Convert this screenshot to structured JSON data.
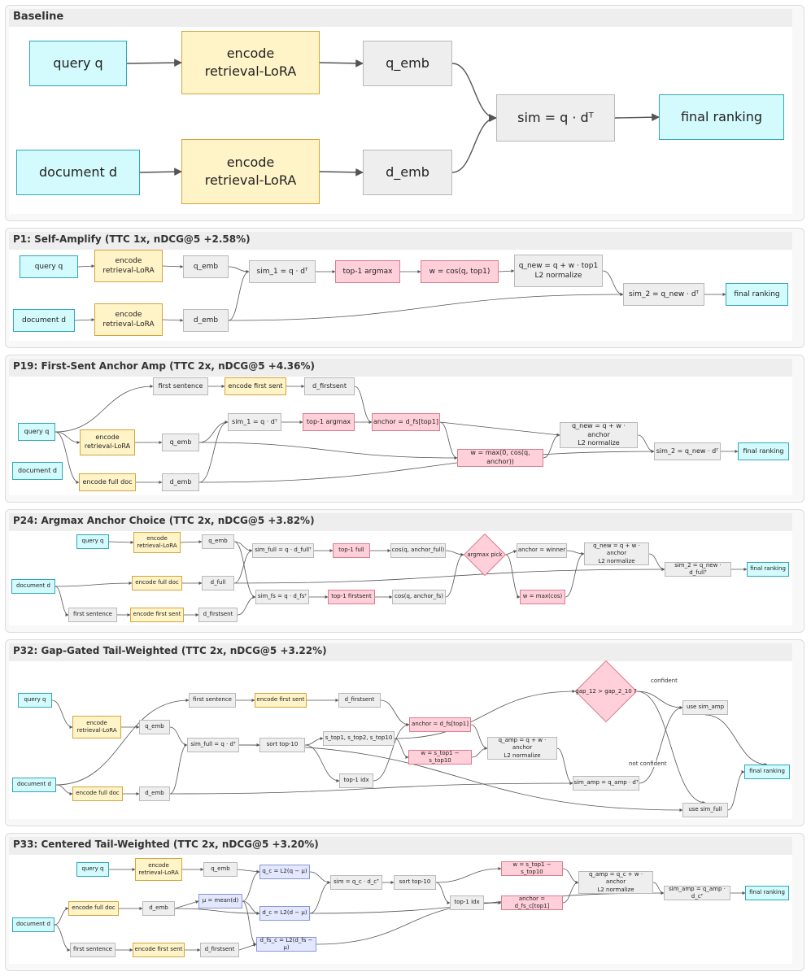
{
  "panels": [
    {
      "id": "baseline",
      "title": "Baseline",
      "nodes": {
        "q": "query q",
        "enc_q": "encode\nretrieval-LoRA",
        "q_emb": "q_emb",
        "d": "document d",
        "enc_d": "encode\nretrieval-LoRA",
        "d_emb": "d_emb",
        "sim": "sim = q · dᵀ",
        "final": "final ranking"
      }
    },
    {
      "id": "p1",
      "title": "P1: Self-Amplify (TTC 1x, nDCG@5 +2.58%)",
      "nodes": {
        "q": "query q",
        "enc_q": "encode\nretrieval-LoRA",
        "q_emb": "q_emb",
        "d": "document d",
        "enc_d": "encode\nretrieval-LoRA",
        "d_emb": "d_emb",
        "sim1": "sim_1 = q · dᵀ",
        "top1": "top-1 argmax",
        "w": "w = cos(q, top1)",
        "qnew": "q_new = q + w · top1\nL2 normalize",
        "sim2": "sim_2 = q_new · dᵀ",
        "final": "final ranking"
      }
    },
    {
      "id": "p19",
      "title": "P19: First-Sent Anchor Amp (TTC 2x, nDCG@5 +4.36%)",
      "nodes": {
        "first_sent": "first sentence",
        "enc_first": "encode first sent",
        "d_firstsent": "d_firstsent",
        "q": "query q",
        "enc_q": "encode\nretrieval-LoRA",
        "q_emb": "q_emb",
        "sim1": "sim_1 = q · dᵀ",
        "top1": "top-1 argmax",
        "anchor": "anchor = d_fs[top1]",
        "qnew": "q_new = q + w · anchor\nL2 normalize",
        "w": "w = max(0, cos(q, anchor))",
        "d": "document d",
        "enc_full": "encode full doc",
        "d_emb": "d_emb",
        "sim2": "sim_2 = q_new · dᵀ",
        "final": "final ranking"
      }
    },
    {
      "id": "p24",
      "title": "P24: Argmax Anchor Choice (TTC 2x, nDCG@5 +3.82%)",
      "nodes": {
        "q": "query q",
        "enc_q": "encode\nretrieval-LoRA",
        "q_emb": "q_emb",
        "sim_full": "sim_full = q · d_fullᵀ",
        "top1_full": "top-1 full",
        "cos_full": "cos(q, anchor_full)",
        "argmax": "argmax pick",
        "anchor": "anchor = winner",
        "qnew": "q_new = q + w · anchor\nL2 normalize",
        "sim2": "sim_2 = q_new · d_fullᵀ",
        "final": "final ranking",
        "d": "document d",
        "enc_full": "encode full doc",
        "d_full": "d_full",
        "sim_fs": "sim_fs = q · d_fsᵀ",
        "top1_fs": "top-1 firstsent",
        "cos_fs": "cos(q, anchor_fs)",
        "w": "w = max(cos)",
        "first_sent": "first sentence",
        "enc_first": "encode first sent",
        "d_firstsent": "d_firstsent"
      }
    },
    {
      "id": "p32",
      "title": "P32: Gap-Gated Tail-Weighted (TTC 2x, nDCG@5 +3.22%)",
      "nodes": {
        "q": "query q",
        "first_sent": "first sentence",
        "enc_first": "encode first sent",
        "d_firstsent": "d_firstsent",
        "gap": "gap_12 > gap_2_10 ?",
        "enc_q": "encode\nretrieval-LoRA",
        "q_emb": "q_emb",
        "anchor": "anchor = d_fs[top1]",
        "use_amp": "use sim_amp",
        "sim_full": "sim_full = q · dᵀ",
        "sort": "sort top-10",
        "stops": "s_top1, s_top2, s_top10",
        "qamp": "q_amp = q + w · anchor\nL2 normalize",
        "w": "w = s_top1 − s_top10",
        "final": "final ranking",
        "top1_idx": "top-1 idx",
        "d": "document d",
        "sim_amp": "sim_amp = q_amp · dᵀ",
        "enc_full": "encode full doc",
        "d_emb": "d_emb",
        "use_full": "use sim_full"
      },
      "edge_labels": {
        "confident": "confident",
        "not_confident": "not confident"
      }
    },
    {
      "id": "p33",
      "title": "P33: Centered Tail-Weighted (TTC 2x, nDCG@5 +3.20%)",
      "nodes": {
        "q": "query q",
        "enc_q": "encode\nretrieval-LoRA",
        "q_emb": "q_emb",
        "qc": "q_c = L2(q − μ)",
        "w": "w = s_top1 − s_top10",
        "sim": "sim = q_c · d_cᵀ",
        "sort": "sort top-10",
        "qamp": "q_amp = q_c + w · anchor\nL2 normalize",
        "sim_amp": "sim_amp = q_amp · d_cᵀ",
        "final": "final ranking",
        "enc_full": "encode full doc",
        "d_emb": "d_emb",
        "mu": "μ = mean(d)",
        "top1_idx": "top-1 idx",
        "anchor": "anchor = d_fs_c[top1]",
        "d": "document d",
        "dc": "d_c = L2(d − μ)",
        "first_sent": "first sentence",
        "enc_first": "encode first sent",
        "d_firstsent": "d_firstsent",
        "dfsc": "d_fs_c = L2(d_fs − μ)"
      }
    }
  ],
  "colors": {
    "cyan_fill": "#d3fafc",
    "cyan_border": "#31a8b8",
    "yellow_fill": "#fff3c8",
    "yellow_border": "#d6a43a",
    "grey_fill": "#eeeeee",
    "grey_border": "#b9b9b9",
    "pink_fill": "#ffd0da",
    "pink_border": "#d97e8e",
    "blue_fill": "#e4e8ff",
    "blue_border": "#8a96d8",
    "edge": "#555555"
  }
}
